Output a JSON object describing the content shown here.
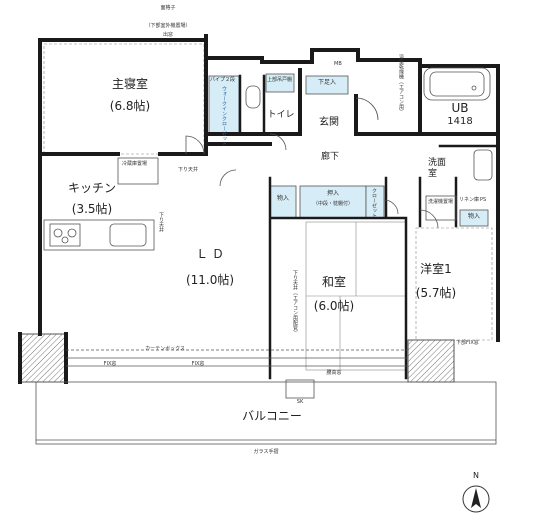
{
  "rooms": {
    "master": {
      "name": "主寝室",
      "size": "(6.8帖)"
    },
    "kitchen": {
      "name": "キッチン",
      "size": "(3.5帖)"
    },
    "ld": {
      "name": "ＬＤ",
      "size": "(11.0帖)"
    },
    "washitsu": {
      "name": "和室",
      "size": "(6.0帖)"
    },
    "yoshitsu": {
      "name": "洋室1",
      "size": "(5.7帖)"
    },
    "balcony": {
      "name": "バルコニー"
    },
    "ub": {
      "name": "UB",
      "size": "1418"
    },
    "toilet": {
      "name": "トイレ"
    },
    "genkan": {
      "name": "玄関"
    },
    "rouka": {
      "name": "廊下"
    },
    "senmen": {
      "name": "洗面室"
    }
  },
  "storage": {
    "pipe": "パイプ２段",
    "walkin": "ウォークインクローゼット",
    "jouhou": "上部吊戸棚",
    "shitaashi": "下足入",
    "monoire_left": "物入",
    "oshiire": "押入",
    "oshiire_sub": "（中段・枕棚付）",
    "closet": "クローゼット",
    "monoire_right": "物入",
    "reizouko": "冷蔵庫置場",
    "senmen_hoki": "洗濯機置場",
    "tissue": "リネン庫",
    "ps": "PS",
    "mb": "MB"
  },
  "notes": {
    "menkoushi": "面格子",
    "shita_shitsugai": "（下部室外機置場）",
    "dekado": "出窓",
    "shitarou_left": "下り天井",
    "shitarou_kitchen": "下り天井",
    "shitarou_hall": "下り天井（エアコン用配管）",
    "curtain": "カーテンボックス",
    "fix_left": "FIX窓",
    "fix_mid": "FIX窓",
    "fix_right": "下部FIX窓",
    "takamado": "腰高窓",
    "sk": "SK",
    "garasu": "ガラス手摺",
    "bath_note": "浴室乾燥機（エアコン用）",
    "north": "N"
  },
  "colors": {
    "wall": "#1a1a1a",
    "storage_fill": "#d6ecf6",
    "column_fill": "#9a9a9a",
    "line": "#555555"
  }
}
